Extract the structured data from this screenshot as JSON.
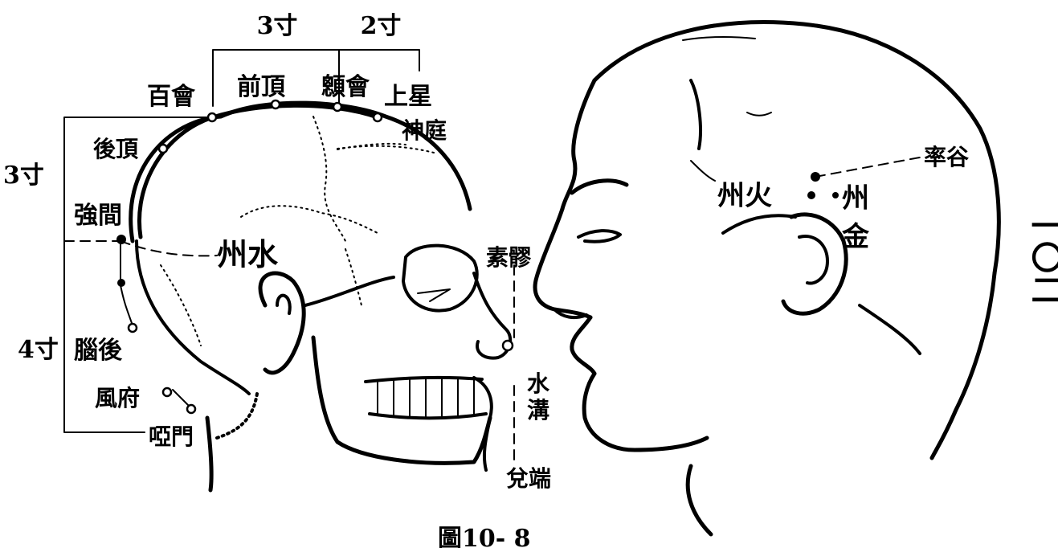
{
  "measures": {
    "top_3cun": "3寸",
    "top_2cun": "2寸",
    "left_3cun": "3寸",
    "left_4cun": "4寸"
  },
  "points": {
    "baihui": "百會",
    "qianding": "前頂",
    "xinhui": "顖會",
    "shangxing": "上星",
    "shenting": "神庭",
    "houding": "後頂",
    "qiangjian": "強間",
    "naohu": "腦後",
    "fengfu": "風府",
    "yamen": "啞門",
    "suliao": "素髎",
    "shuigou_1": "水",
    "shuigou_2": "溝",
    "duiduan": "兌端",
    "shuaigu": "率谷",
    "shuizhou": "州水",
    "huozhou": "州火",
    "jinzhou_1": "州",
    "jinzhou_2": "金"
  },
  "caption": "圖10- 8",
  "page_number": "一〇二"
}
